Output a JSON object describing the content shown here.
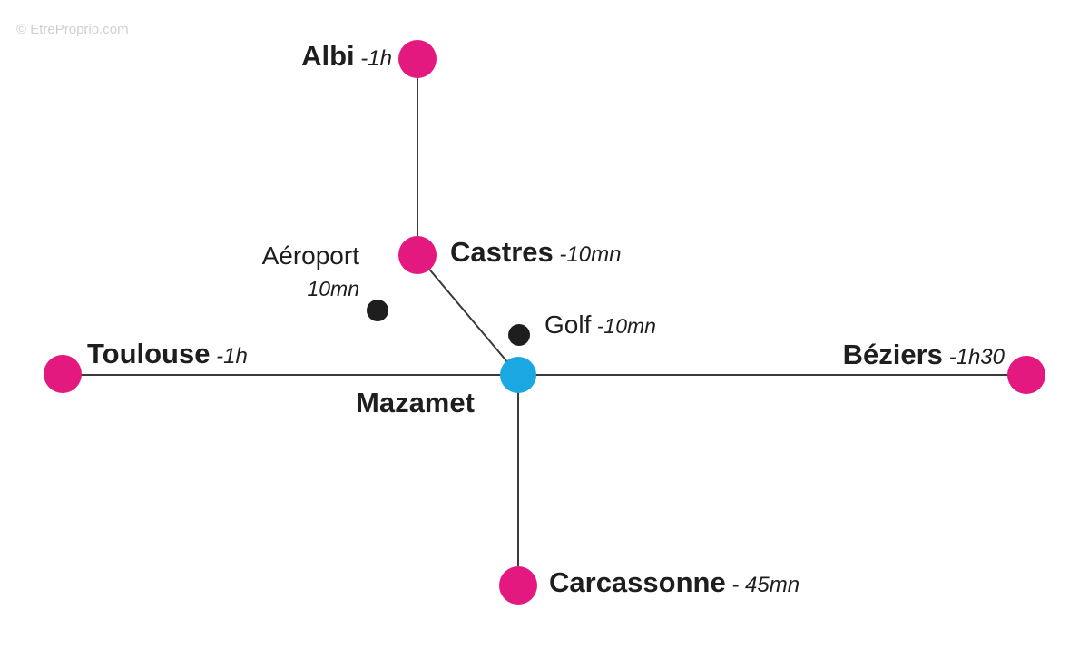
{
  "watermark": "© EtreProprio.com",
  "colors": {
    "destination": "#e3197f",
    "center": "#1aa7e2",
    "point_of_interest": "#1e1e1e",
    "line": "#3a3a3a"
  },
  "center": {
    "name": "Mazamet"
  },
  "destinations": {
    "albi": {
      "name": "Albi",
      "time": " -1h"
    },
    "castres": {
      "name": "Castres",
      "time": " -10mn"
    },
    "toulouse": {
      "name": "Toulouse",
      "time": " -1h"
    },
    "beziers": {
      "name": "Béziers",
      "time": " -1h30"
    },
    "carcassonne": {
      "name": "Carcassonne",
      "time": " - 45mn"
    }
  },
  "points_of_interest": {
    "aeroport": {
      "name": "Aéroport",
      "time": "10mn"
    },
    "golf": {
      "name": "Golf",
      "time": " -10mn"
    }
  }
}
